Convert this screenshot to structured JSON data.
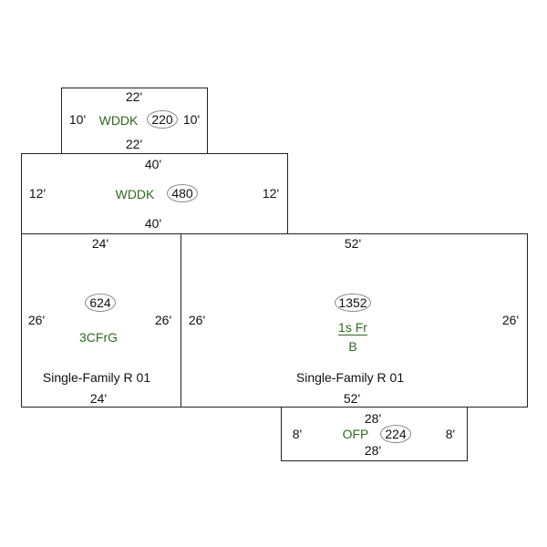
{
  "sections": [
    {
      "id": "wddk-small",
      "code": "WDDK",
      "area": "220",
      "top": "22'",
      "bottom": "22'",
      "left": "10'",
      "right": "10'"
    },
    {
      "id": "wddk-large",
      "code": "WDDK",
      "area": "480",
      "top": "40'",
      "bottom": "40'",
      "left": "12'",
      "right": "12'"
    },
    {
      "id": "garage",
      "code": "3CFrG",
      "area": "624",
      "top": "24'",
      "bottom": "24'",
      "left": "26'",
      "right": "26'",
      "label": "Single-Family R 01"
    },
    {
      "id": "main",
      "code_top": "1s Fr",
      "code_bottom": "B",
      "area": "1352",
      "top": "52'",
      "bottom": "52'",
      "left": "26'",
      "right": "26'",
      "label": "Single-Family R 01"
    },
    {
      "id": "ofp",
      "code": "OFP",
      "area": "224",
      "top": "28'",
      "bottom": "28'",
      "left": "8'",
      "right": "8'"
    }
  ]
}
